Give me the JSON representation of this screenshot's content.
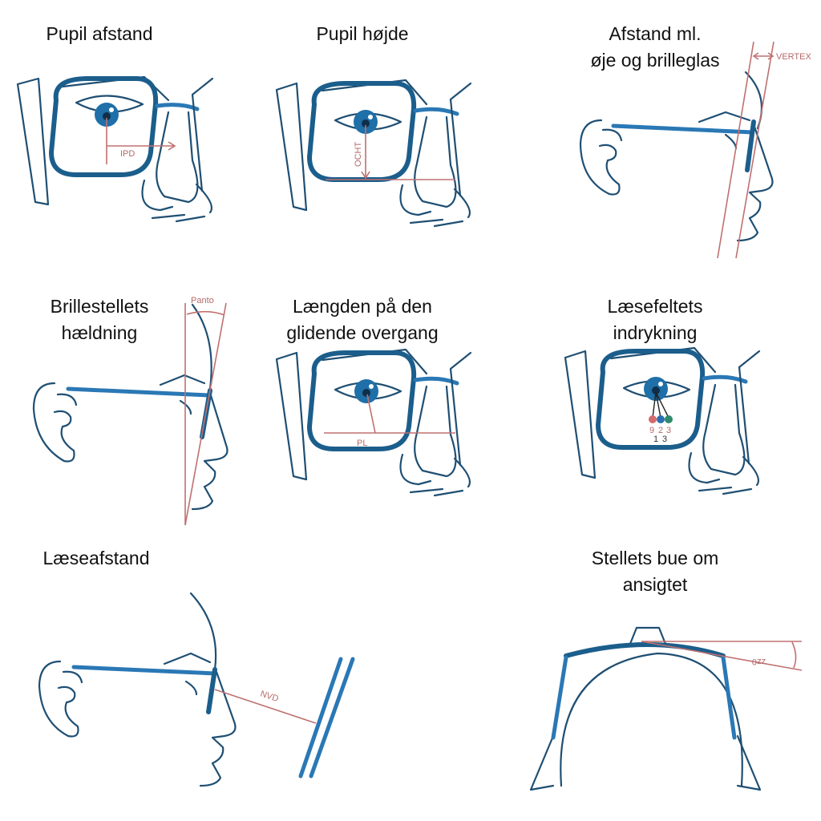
{
  "titles": {
    "pupil_distance": "Pupil afstand",
    "pupil_height": "Pupil højde",
    "vertex_distance": "Afstand ml.\nøje og brilleglas",
    "frame_tilt": "Brillestellets\nhældning",
    "progression_length": "Længden på den\nglidende overgang",
    "inset": "Læsefeltets\nindrykning",
    "reading_distance": "Læseafstand",
    "wrap_angle": "Stellets bue om\nansigtet"
  },
  "labels": {
    "ipd": "IPD",
    "ocht": "OCHT",
    "vertex": "VERTEX",
    "panto": "Panto",
    "pl": "PL",
    "nvd": "NVD",
    "zz": "zz0",
    "inset_top": [
      "9",
      "2",
      "3"
    ],
    "inset_bottom": [
      "1",
      "3"
    ]
  },
  "colors": {
    "frame": "#1b5e8c",
    "measure_line": "#c07070",
    "dot_red": "#d46a6a",
    "dot_blue": "#2a6fb0",
    "dot_green": "#2e8a6a"
  }
}
